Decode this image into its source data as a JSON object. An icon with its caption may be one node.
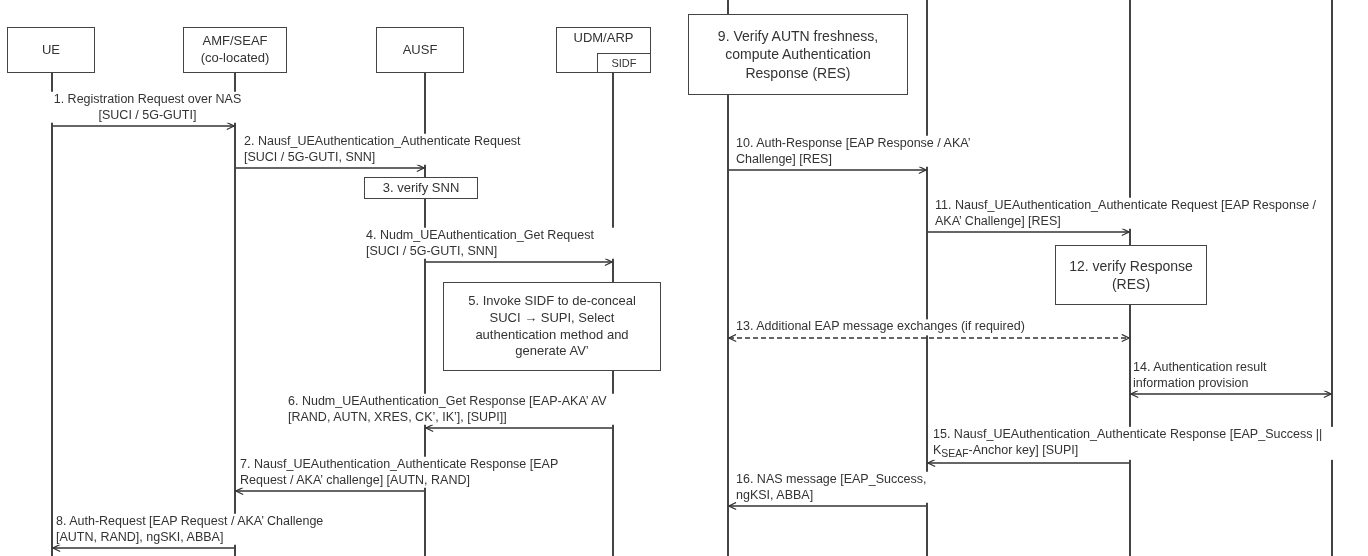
{
  "diagram": {
    "nodes": [
      {
        "text": [
          "UE"
        ]
      },
      {
        "text": [
          "AMF/SEAF (co-located)"
        ]
      },
      {
        "text": [
          "AUSF"
        ]
      },
      {
        "text": [
          "UDM/ARP"
        ]
      },
      {
        "text": [
          "SIDF"
        ],
        "in": 3
      },
      {
        "text": [],
        "shape": "bar"
      },
      {
        "text": [],
        "shape": "bar"
      },
      {
        "text": [],
        "shape": "bar"
      },
      {
        "text": [],
        "shape": "bar"
      },
      {
        "text": [
          "3. verify SNN"
        ]
      },
      {
        "text": [
          "5. Invoke SIDF to de-conceal SUCI → SUPI, Select authentication method and generate AV’"
        ]
      },
      {
        "text": [],
        "shape": "bar"
      },
      {
        "text": [],
        "shape": "bar"
      },
      {
        "text": [],
        "shape": "bar"
      },
      {
        "text": [],
        "shape": "bar"
      },
      {
        "text": [
          "9. Verify AUTN freshness, compute Authentication Response (RES)"
        ]
      },
      {
        "text": [
          "12. verify Response (RES)"
        ]
      }
    ],
    "edges": [
      {
        "from": 5,
        "to": 6,
        "arrow": "to",
        "label": "1. Registration Request over NAS [SUCI / 5G-GUTI]"
      },
      {
        "from": 6,
        "to": 7,
        "arrow": "to",
        "label": "2. Nausf_UEAuthentication_Authenticate Request [SUCI / 5G-GUTI, SNN]"
      },
      {
        "from": 7,
        "to": 8,
        "arrow": "to",
        "label": "4. Nudm_UEAuthentication_Get Request [SUCI / 5G-GUTI, SNN]"
      },
      {
        "from": 8,
        "to": 7,
        "arrow": "to",
        "label": "6. Nudm_UEAuthentication_Get Response [EAP-AKA’ AV [RAND, AUTN, XRES, CK’, IK’], [SUPI]]"
      },
      {
        "from": 7,
        "to": 6,
        "arrow": "to",
        "label": "7. Nausf_UEAuthentication_Authenticate Response [EAP Request / AKA’ challenge] [AUTN, RAND]"
      },
      {
        "from": 6,
        "to": 5,
        "arrow": "to",
        "label": "8. Auth-Request [EAP Request / AKA’ Challenge [AUTN, RAND], ngSKI, ABBA]"
      },
      {
        "from": 11,
        "to": 12,
        "arrow": "to",
        "label": "10. Auth-Response [EAP Response / AKA’ Challenge] [RES]"
      },
      {
        "from": 12,
        "to": 13,
        "arrow": "to",
        "label": "11. Nausf_UEAuthentication_Authenticate Request [EAP Response / AKA’ Challenge] [RES]"
      },
      {
        "from": 11,
        "to": 13,
        "arrow": "both",
        "style": "dashed",
        "label": "13. Additional EAP message exchanges (if required)"
      },
      {
        "from": 13,
        "to": 14,
        "arrow": "both",
        "label": "14. Authentication result information provision"
      },
      {
        "from": 13,
        "to": 12,
        "arrow": "to",
        "label": "15. Nausf_UEAuthentication_Authenticate Response [EAP_Success || K$_{SEAF}$-Anchor key] [SUPI]"
      },
      {
        "from": 12,
        "to": 11,
        "arrow": "to",
        "label": "16. NAS message [EAP_Success, ngKSI, ABBA]"
      }
    ]
  }
}
